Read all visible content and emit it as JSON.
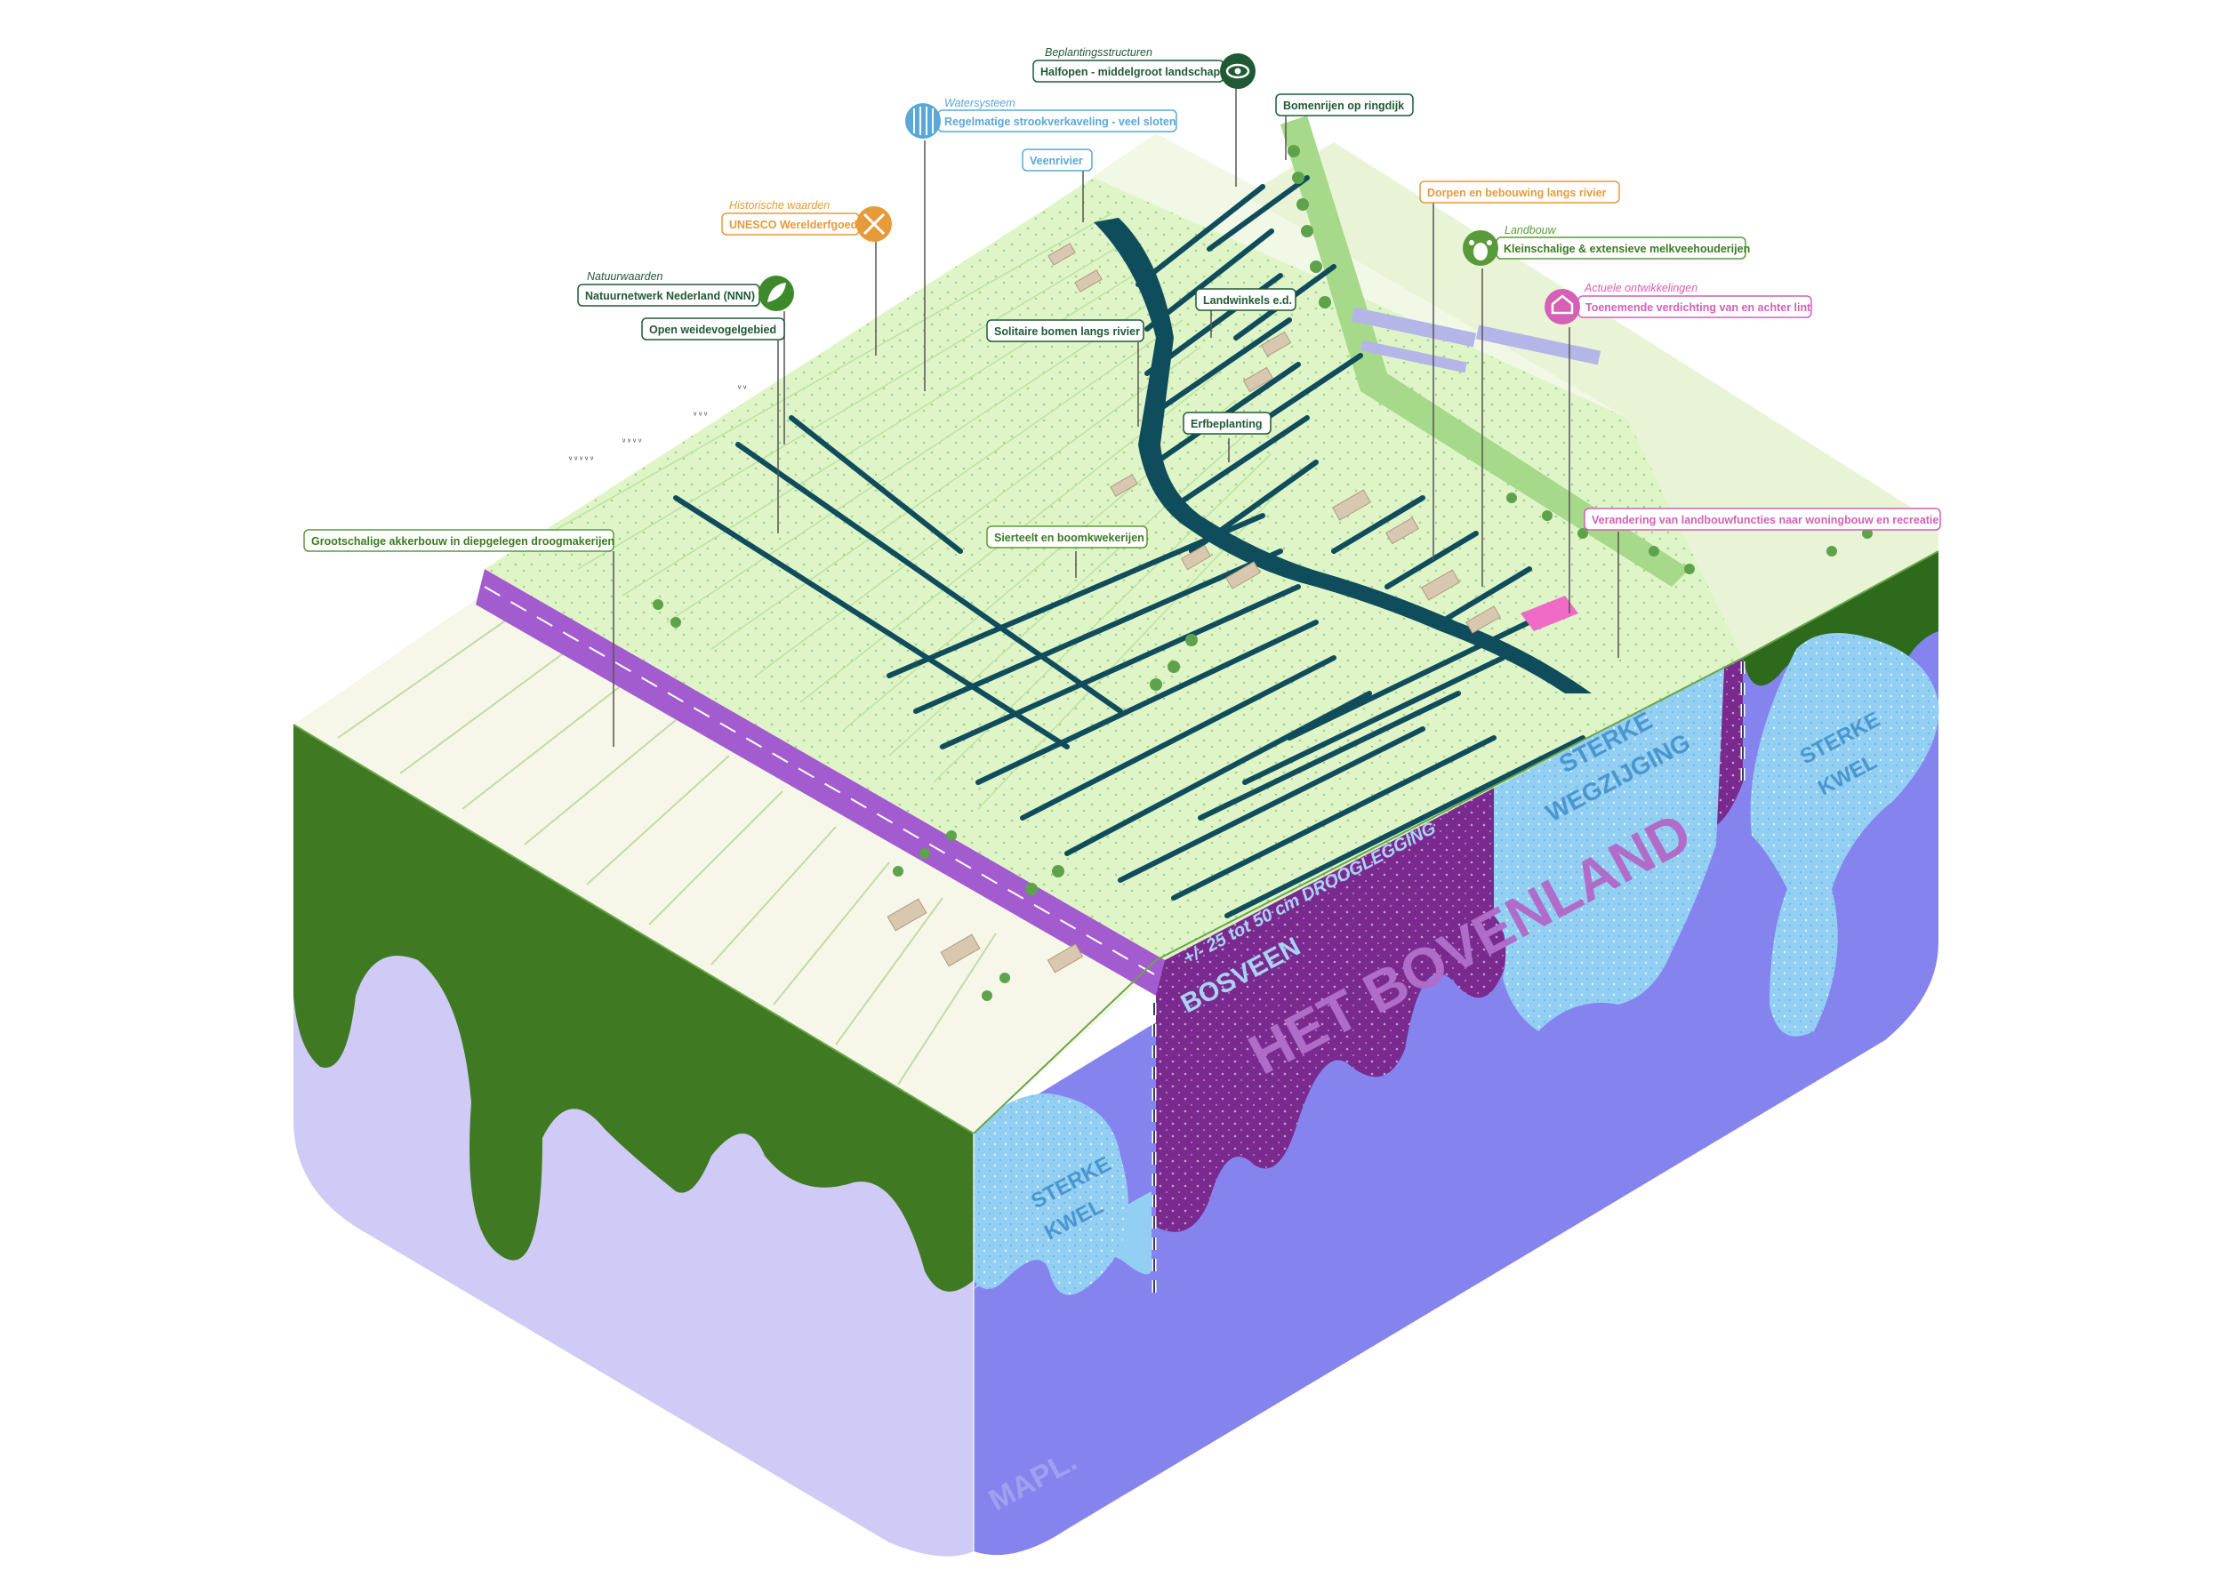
{
  "colors": {
    "meadow": "#dff5c8",
    "meadow_dark": "#c9ecb0",
    "water": "#0f4c5c",
    "polder_light": "#f0f7df",
    "road": "#a35bd0",
    "green_soil": "#3f7a22",
    "lilac_soil": "#cfcbf6",
    "blue_soil": "#8584ee",
    "purple_soil": "#7a2a8f",
    "kwel": "#93cff2",
    "natuur": "#3d8a2a",
    "historie": "#e79a3a",
    "water_cat": "#5aa7d8",
    "beplanting": "#1f5a35",
    "landbouw": "#5a9a3a",
    "ontwikkeling": "#d65fb8"
  },
  "labels": {
    "beplanting_cat": "Beplantingsstructuren",
    "beplanting": "Halfopen - middelgroot landschap",
    "bomenrijen": "Bomenrijen op ringdijk",
    "water_cat": "Watersysteem",
    "water": "Regelmatige strookverkaveling - veel sloten",
    "veenrivier": "Veenrivier",
    "historie_cat": "Historische waarden",
    "historie": "UNESCO Werelderfgoed",
    "dorpen": "Dorpen en bebouwing langs rivier",
    "landbouw_cat": "Landbouw",
    "landbouw": "Kleinschalige & extensieve melkveehouderijen",
    "natuur_cat": "Natuurwaarden",
    "natuur": "Natuurnetwerk Nederland (NNN)",
    "landwinkels": "Landwinkels e.d.",
    "ontwikkeling_cat": "Actuele ontwikkelingen",
    "ontwikkeling": "Toenemende verdichting van en achter lint",
    "weidevogel": "Open weidevogelgebied",
    "solitaire": "Solitaire bomen langs rivier",
    "erfbeplanting": "Erfbeplanting",
    "akkerbouw": "Grootschalige akkerbouw in diepgelegen droogmakerijen",
    "sierteelt": "Sierteelt en boomkwekerijen",
    "verandering": "Verandering van landbouwfuncties naar woningbouw en recreatie"
  },
  "soil": {
    "drooglegging": "+/- 25 tot 50 cm DROOGLEGGING",
    "bosveen": "BOSVEEN",
    "bovenland": "HET BOVENLAND",
    "wegzijging": [
      "STERKE",
      "WEGZIJGING"
    ],
    "kwel_left": [
      "STERKE",
      "KWEL"
    ],
    "kwel_right": [
      "STERKE",
      "KWEL"
    ]
  },
  "brand": "MAPL."
}
